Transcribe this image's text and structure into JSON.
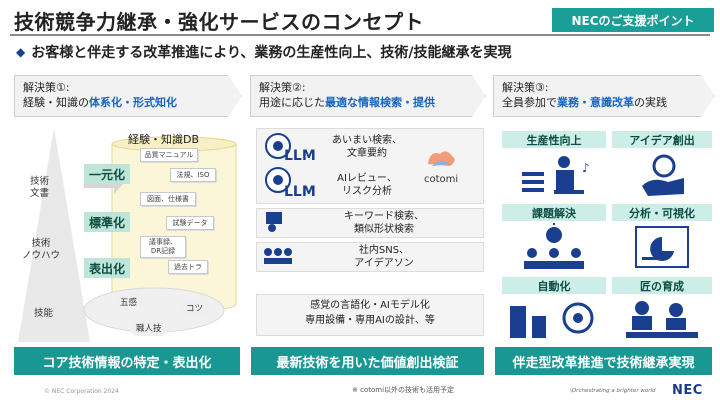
{
  "header": {
    "title": "技術競争力継承・強化サービスのコンセプト",
    "badge": "NECのご支援ポイント",
    "subtitle": "お客様と伴走する改革推進により、業務の生産性向上、技術/技能継承を実現"
  },
  "solutions": [
    {
      "label": "解決策①:",
      "text_plain": "経験・知識の",
      "text_highlight": "体系化・形式知化",
      "text_tail": ""
    },
    {
      "label": "解決策②:",
      "text_plain": "用途に応じた",
      "text_highlight": "最適な情報検索・提供",
      "text_tail": ""
    },
    {
      "label": "解決策③:",
      "text_plain": "全員参加で",
      "text_highlight": "業務・意識改革",
      "text_tail": "の実践"
    }
  ],
  "knowledge": {
    "db_label": "経験・知識DB",
    "levels": [
      "技術\n文書",
      "技術\nノウハウ",
      "技能"
    ],
    "actions": [
      "一元化",
      "標準化",
      "表出化"
    ],
    "docs": [
      "品質マニュアル",
      "法規、ISO",
      "図面、仕様書",
      "試験データ",
      "議事録、\nDR記録",
      "過去トラ"
    ],
    "tacit": [
      "五感",
      "コツ",
      "職人技"
    ]
  },
  "search": {
    "llm_label": "LLM",
    "items": [
      "あいまい検索、\n文章要約",
      "AIレビュー、\nリスク分析",
      "キーワード検索、\n類似形状検索",
      "社内SNS、\nアイデアソン",
      "感覚の言語化・AIモデル化\n専用設備・専用AIの設計、等"
    ],
    "cotomi_label": "cotomi"
  },
  "reform": {
    "tiles": [
      "生産性向上",
      "アイデア創出",
      "課題解決",
      "分析・可視化",
      "自動化",
      "匠の育成"
    ]
  },
  "bottom": [
    "コア技術情報の特定・表出化",
    "最新技術を用いた価値創出検証",
    "伴走型改革推進で技術継承実現"
  ],
  "footer": {
    "copyright": "© NEC Corporation 2024",
    "note": "※ cotomi以外の技術も活用予定",
    "tagline": "\\Orchestrating a brighter world",
    "logo": "NEC"
  },
  "colors": {
    "teal": "#199893",
    "navy": "#1a3f8f",
    "mint": "#bfe5d8",
    "highlight": "#1565c0"
  },
  "icons": [
    "person-head-icon",
    "search-person-icon",
    "network-icon",
    "cotomi-logo-icon",
    "productivity-icon",
    "idea-icon",
    "problem-solving-icon",
    "analytics-icon",
    "automation-icon",
    "craftsman-icon"
  ]
}
